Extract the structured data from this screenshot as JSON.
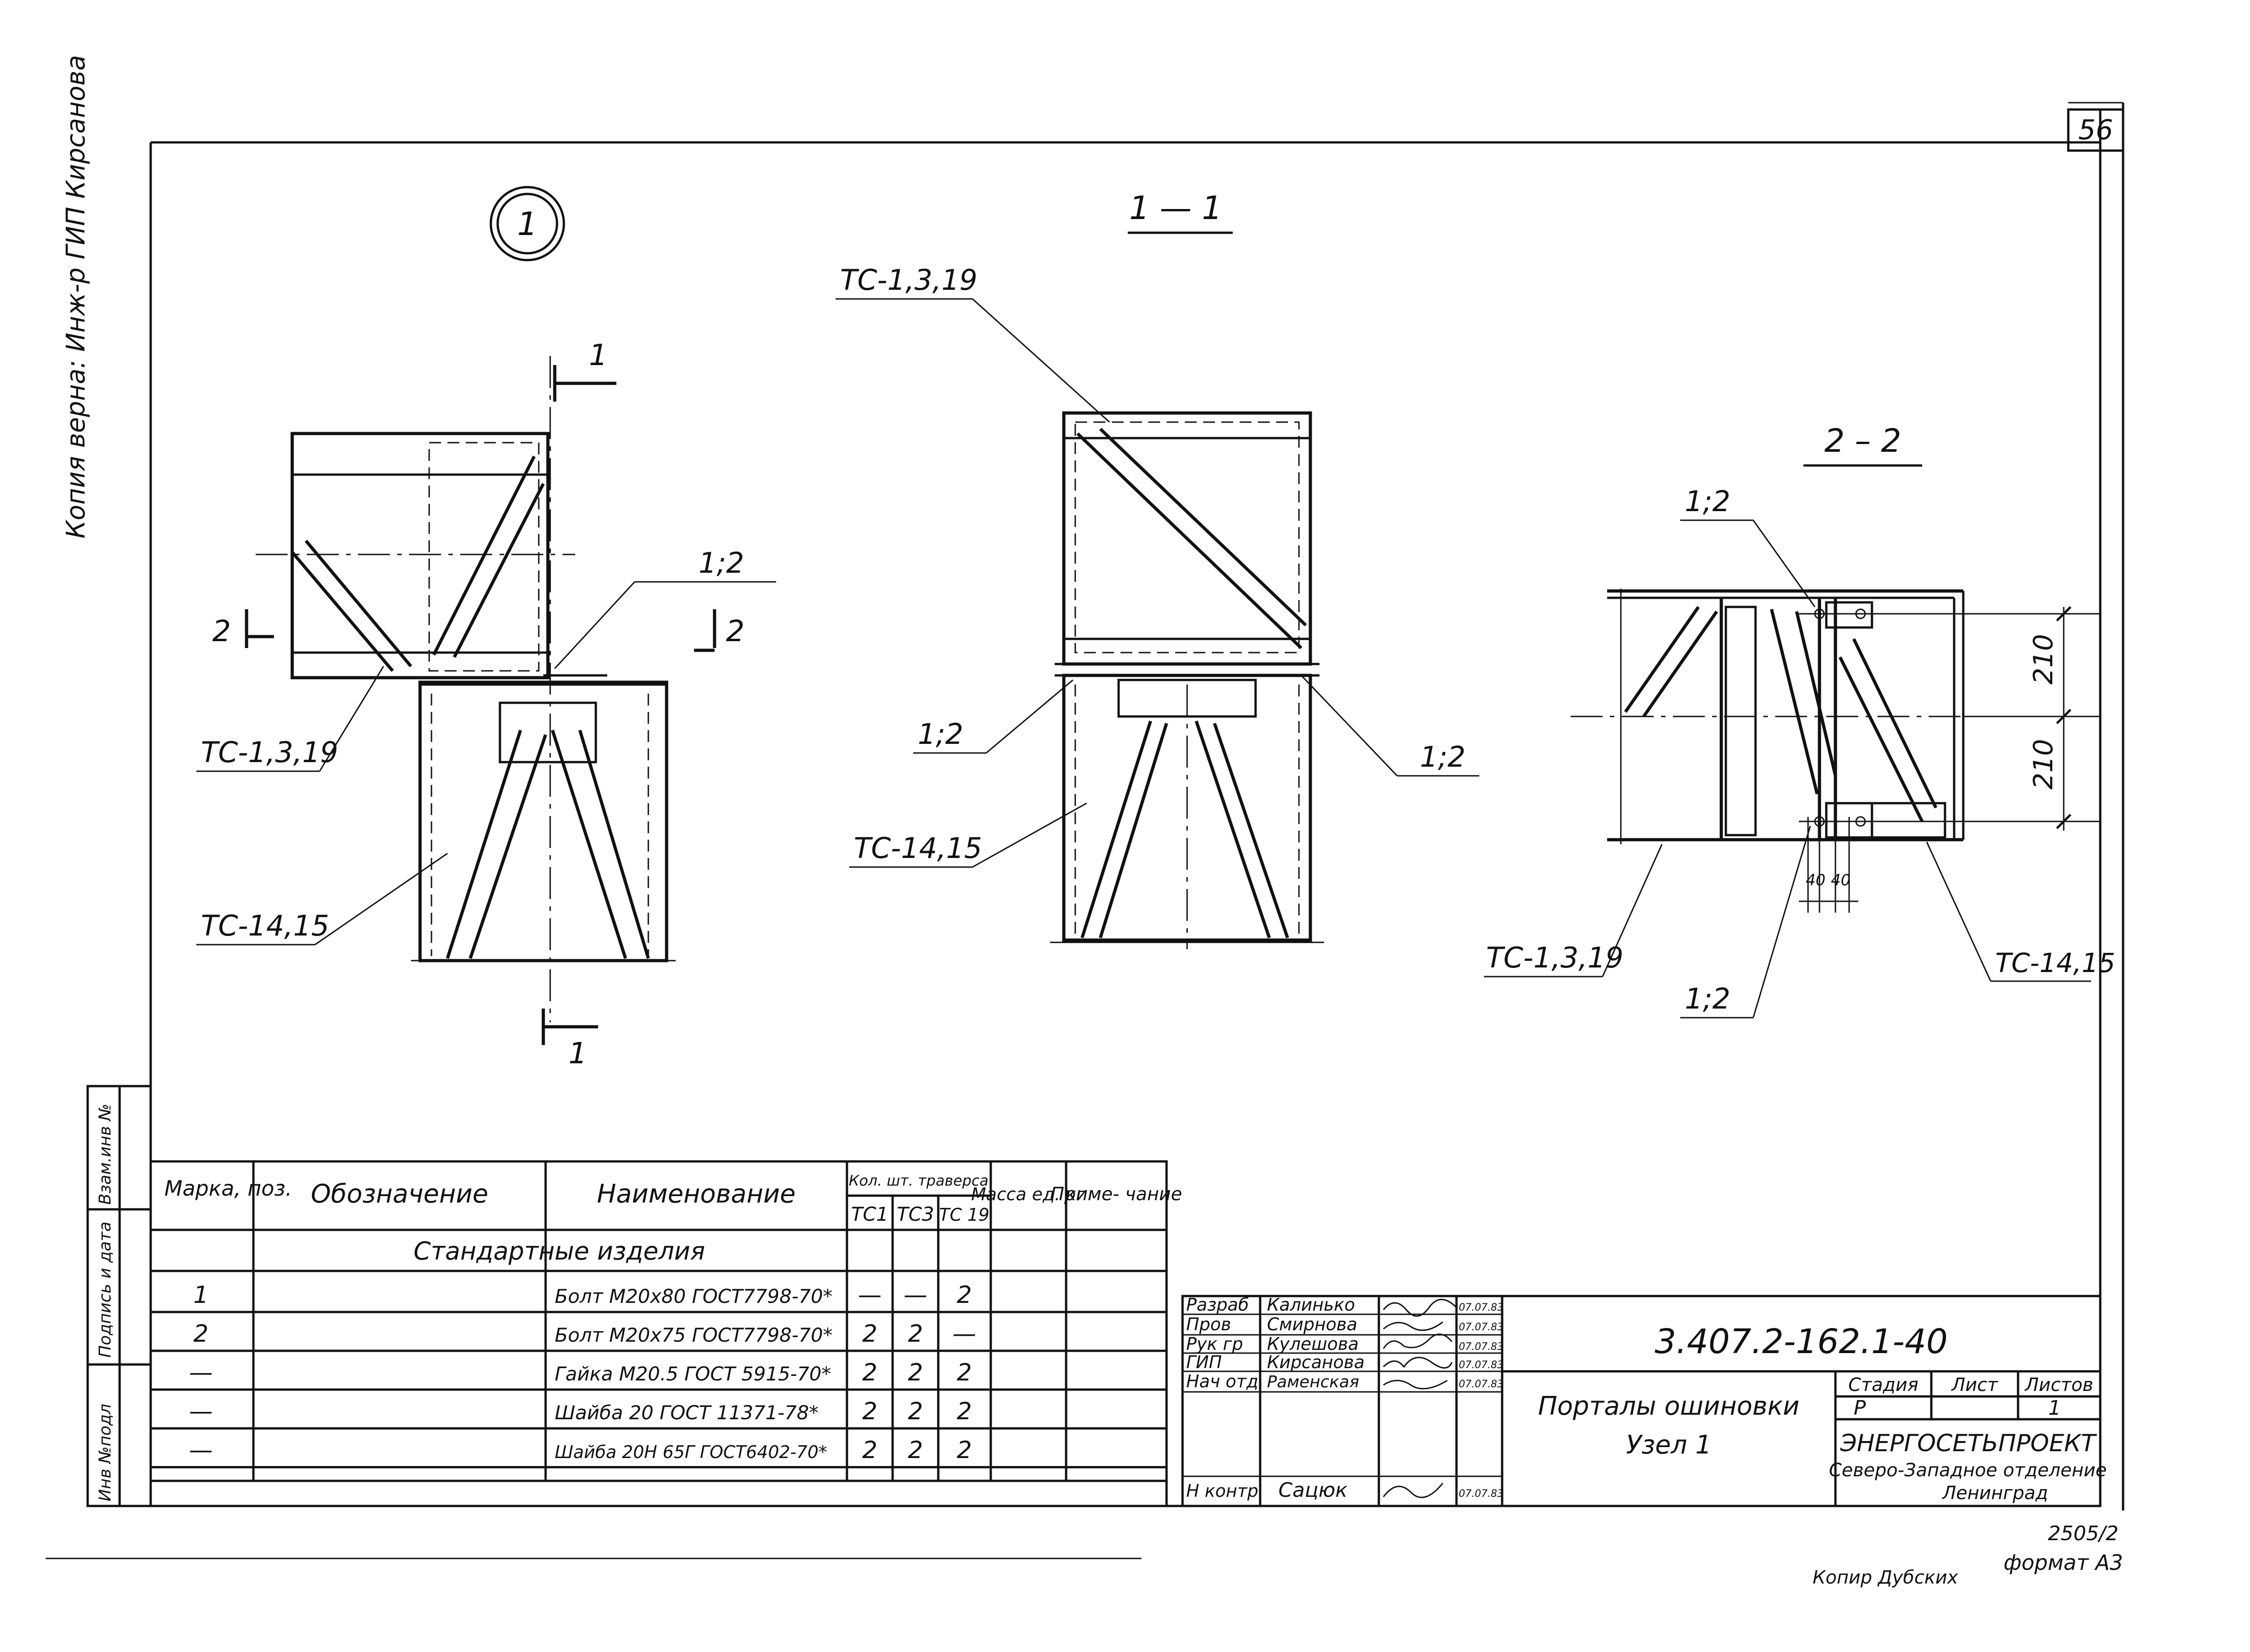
{
  "sheet": {
    "page_number": "56",
    "side_note": "Копия верна: Инж-р ГИП Кирсанова",
    "copier": "Копир Дубских",
    "format": "формат А3",
    "order_no": "2505/2"
  },
  "drawing": {
    "node_label": "1",
    "section_1_label": "1 — 1",
    "section_2_label": "2 – 2",
    "cut_1_mark": "1",
    "cut_2_mark": "2",
    "pos_label": "1;2",
    "ts_upper": "ТС-1,3,19",
    "ts_lower": "ТС-14,15",
    "dim_210": "210",
    "dim_40": "40"
  },
  "side_stamp": [
    "Инв №подл",
    "Подпись и дата",
    "Взам.инв №"
  ],
  "spec_table": {
    "headers": {
      "mark": "Марка, поз.",
      "designation": "Обозначение",
      "name": "Наименование",
      "qty_group": "Кол. шт. траверса",
      "ts1": "ТС1",
      "ts3": "ТС3",
      "ts19": "ТС 19",
      "mass": "Масса ед. кг",
      "note": "Приме- чание"
    },
    "section_title": "Стандартные изделия",
    "rows": [
      {
        "mark": "1",
        "name": "Болт М20х80 ГОСТ7798-70*",
        "ts1": "—",
        "ts3": "—",
        "ts19": "2"
      },
      {
        "mark": "2",
        "name": "Болт М20х75 ГОСТ7798-70*",
        "ts1": "2",
        "ts3": "2",
        "ts19": "—"
      },
      {
        "mark": "—",
        "name": "Гайка М20.5 ГОСТ 5915-70*",
        "ts1": "2",
        "ts3": "2",
        "ts19": "2"
      },
      {
        "mark": "—",
        "name": "Шайба 20 ГОСТ 11371-78*",
        "ts1": "2",
        "ts3": "2",
        "ts19": "2"
      },
      {
        "mark": "—",
        "name": "Шайба 20Н 65Г ГОСТ6402-70*",
        "ts1": "2",
        "ts3": "2",
        "ts19": "2"
      }
    ]
  },
  "title_block": {
    "doc_code": "3.407.2-162.1-40",
    "title_line1": "Порталы ошиновки",
    "title_line2": "Узел 1",
    "stage_label": "Стадия",
    "sheet_label": "Лист",
    "sheets_label": "Листов",
    "stage": "Р",
    "sheet": "1",
    "sheets": "",
    "org_line1": "ЭНЕРГОСЕТЬПРОЕКТ",
    "org_line2": "Северо-Западное отделение",
    "org_line3": "Ленинград",
    "people": [
      {
        "role": "Разраб",
        "name": "Калинько",
        "date": "07.07.83"
      },
      {
        "role": "Пров",
        "name": "Смирнова",
        "date": "07.07.83"
      },
      {
        "role": "Рук гр",
        "name": "Кулешова",
        "date": "07.07.83"
      },
      {
        "role": "ГИП",
        "name": "Кирсанова",
        "date": "07.07.83"
      },
      {
        "role": "Нач отд",
        "name": "Раменская",
        "date": "07.07.83"
      },
      {
        "role": "",
        "name": "",
        "date": ""
      },
      {
        "role": "Н контр",
        "name": "Сацюк",
        "date": "07.07.83"
      }
    ]
  }
}
